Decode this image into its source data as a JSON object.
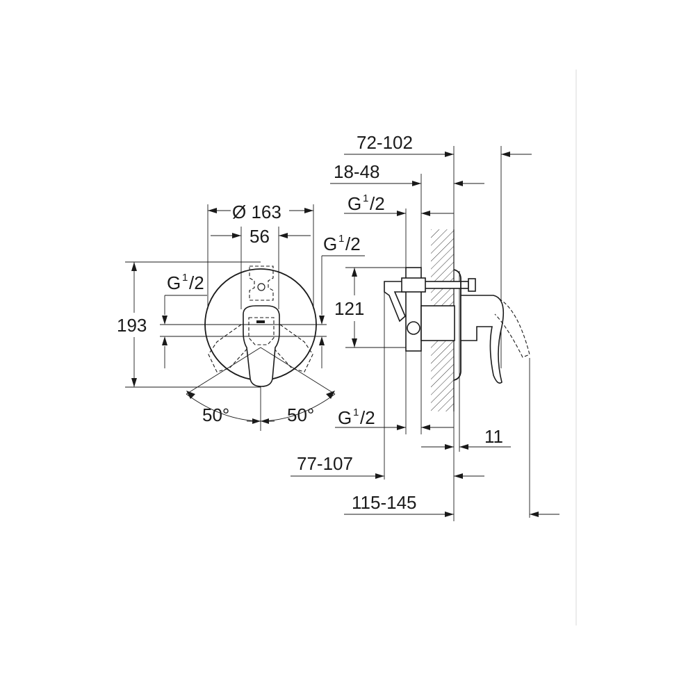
{
  "dimensions": {
    "diameter": "Ø 163",
    "handle_width": "56",
    "height": "193",
    "thread_left_base": "G",
    "thread_left_sup": "1",
    "thread_left_sub": "/2",
    "thread_top_right_base": "G",
    "thread_top_right_sup": "1",
    "thread_top_right_sub": "/2",
    "angle_left": "50°",
    "angle_right": "50°",
    "depth_72_102": "72-102",
    "depth_18_48": "18-48",
    "thread_side_top_base": "G",
    "thread_side_top_sup": "1",
    "thread_side_top_sub": "/2",
    "outlet_height": "121",
    "thread_side_bottom_base": "G",
    "thread_side_bottom_sup": "1",
    "thread_side_bottom_sub": "/2",
    "plate_thickness": "11",
    "depth_77_107": "77-107",
    "depth_115_145": "115-145"
  }
}
